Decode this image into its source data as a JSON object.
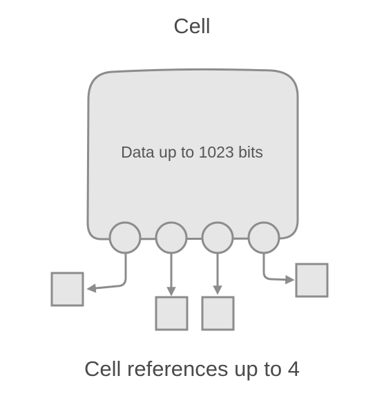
{
  "title": "Cell",
  "cell": {
    "label": "Data up to 1023 bits"
  },
  "caption": "Cell references up to 4",
  "colors": {
    "fill": "#e6e6e6",
    "stroke": "#8c8c8c",
    "text": "#4a4a4a"
  }
}
